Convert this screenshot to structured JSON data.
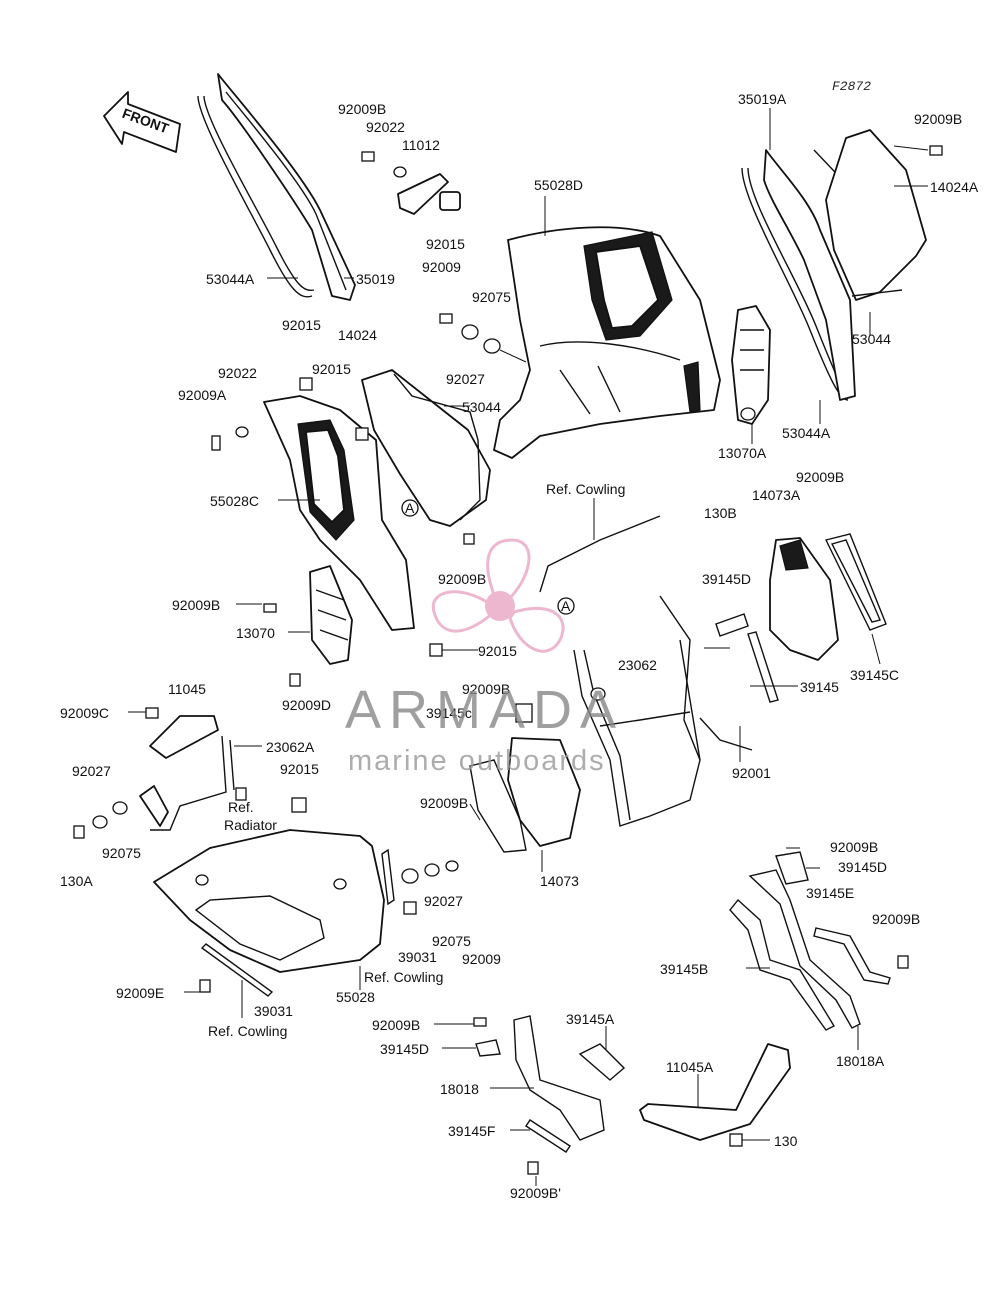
{
  "diagram_code": "F2872",
  "front_arrow_label": "FRONT",
  "circle_marker": "A",
  "watermark": {
    "brand": "ARMADA",
    "tagline": "marine outboards",
    "color": "#e8a6c4"
  },
  "labels": {
    "l_92009B_a": "92009B",
    "l_92022_a": "92022",
    "l_11012": "11012",
    "l_92015_a": "92015",
    "l_92009": "92009",
    "l_92075_a": "92075",
    "l_92027_a": "92027",
    "l_55028D": "55028D",
    "l_53044A_a": "53044A",
    "l_35019": "35019",
    "l_35019A": "35019A",
    "l_92009B_b": "92009B",
    "l_14024A": "14024A",
    "l_53044": "53044",
    "l_53044A_b": "53044A",
    "l_13070A": "13070A",
    "l_92015_b": "92015",
    "l_14024": "14024",
    "l_92015_c": "92015",
    "l_92022_b": "92022",
    "l_92009A": "92009A",
    "l_53044_b": "53044",
    "l_55028C": "55028C",
    "l_92009B_c": "92009B",
    "l_ref_cowling_a": "Ref. Cowling",
    "l_130B": "130B",
    "l_14073A": "14073A",
    "l_92009B_d": "92009B",
    "l_92009B_e": "92009B",
    "l_13070": "13070",
    "l_39145D_a": "39145D",
    "l_92015_d": "92015",
    "l_23062": "23062",
    "l_39145C": "39145C",
    "l_39145": "39145",
    "l_92009D": "92009D",
    "l_92009B_f": "92009B",
    "l_11045": "11045",
    "l_39145c": "39145c",
    "l_92009C": "92009C",
    "l_23062A": "23062A",
    "l_92001": "92001",
    "l_92015_e": "92015",
    "l_92027_b": "92027",
    "l_ref_radiator_1": "Ref.",
    "l_ref_radiator_2": "Radiator",
    "l_92009B_g": "92009B",
    "l_92075_b": "92075",
    "l_130A": "130A",
    "l_14073": "14073",
    "l_92009B_h": "92009B",
    "l_39145D_b": "39145D",
    "l_92027_c": "92027",
    "l_39145E": "39145E",
    "l_92075_c": "92075",
    "l_92009_b": "92009",
    "l_92009B_i": "92009B",
    "l_39031_a": "39031",
    "l_ref_cowling_b": "Ref. Cowling",
    "l_39145B": "39145B",
    "l_92009E": "92009E",
    "l_55028": "55028",
    "l_39031_b": "39031",
    "l_ref_cowling_c": "Ref. Cowling",
    "l_18018A": "18018A",
    "l_92009B_j": "92009B",
    "l_39145A": "39145A",
    "l_39145D_c": "39145D",
    "l_11045A": "11045A",
    "l_18018": "18018",
    "l_39145F": "39145F",
    "l_130": "130",
    "l_92009B_k": "92009B'"
  }
}
